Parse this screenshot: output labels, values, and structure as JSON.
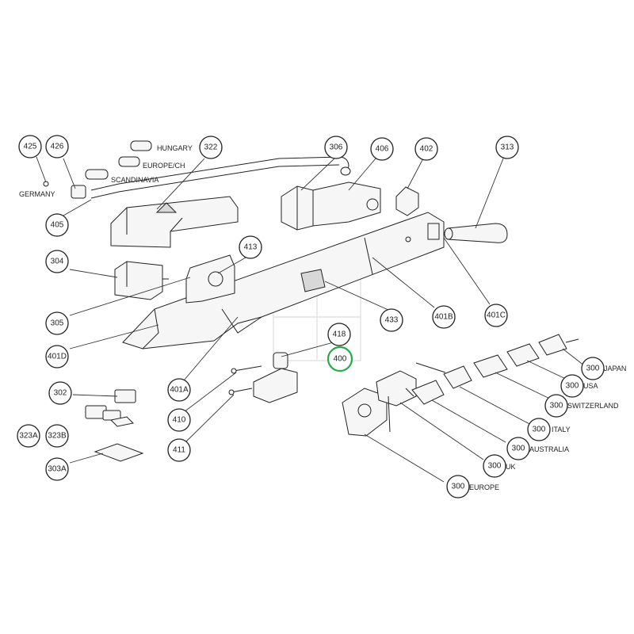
{
  "callouts": [
    {
      "id": "425",
      "label": "425"
    },
    {
      "id": "426",
      "label": "426"
    },
    {
      "id": "405",
      "label": "405"
    },
    {
      "id": "322",
      "label": "322"
    },
    {
      "id": "306",
      "label": "306"
    },
    {
      "id": "406",
      "label": "406"
    },
    {
      "id": "402",
      "label": "402"
    },
    {
      "id": "313",
      "label": "313"
    },
    {
      "id": "304",
      "label": "304"
    },
    {
      "id": "413",
      "label": "413"
    },
    {
      "id": "305",
      "label": "305"
    },
    {
      "id": "433",
      "label": "433"
    },
    {
      "id": "401B",
      "label": "401B"
    },
    {
      "id": "401C",
      "label": "401C"
    },
    {
      "id": "401D",
      "label": "401D"
    },
    {
      "id": "418",
      "label": "418"
    },
    {
      "id": "400",
      "label": "400",
      "highlight": true
    },
    {
      "id": "401A",
      "label": "401A"
    },
    {
      "id": "302",
      "label": "302"
    },
    {
      "id": "323A",
      "label": "323A"
    },
    {
      "id": "323B",
      "label": "323B"
    },
    {
      "id": "410",
      "label": "410"
    },
    {
      "id": "411",
      "label": "411"
    },
    {
      "id": "303A",
      "label": "303A"
    },
    {
      "id": "300-japan",
      "label": "300"
    },
    {
      "id": "300-usa",
      "label": "300"
    },
    {
      "id": "300-switzerland",
      "label": "300"
    },
    {
      "id": "300-italy",
      "label": "300"
    },
    {
      "id": "300-australia",
      "label": "300"
    },
    {
      "id": "300-uk",
      "label": "300"
    },
    {
      "id": "300-europe",
      "label": "300"
    }
  ],
  "text_labels": {
    "hungary": "HUNGARY",
    "europe_ch": "EUROPE/CH",
    "scandinavia": "SCANDINAVIA",
    "germany": "GERMANY",
    "japan": "JAPAN",
    "usa": "USA",
    "switzerland": "SWITZERLAND",
    "italy": "ITALY",
    "australia": "AUSTRALIA",
    "uk": "UK",
    "europe": "EUROPE"
  },
  "colors": {
    "highlight": "#2aa84a",
    "line": "#222222"
  }
}
